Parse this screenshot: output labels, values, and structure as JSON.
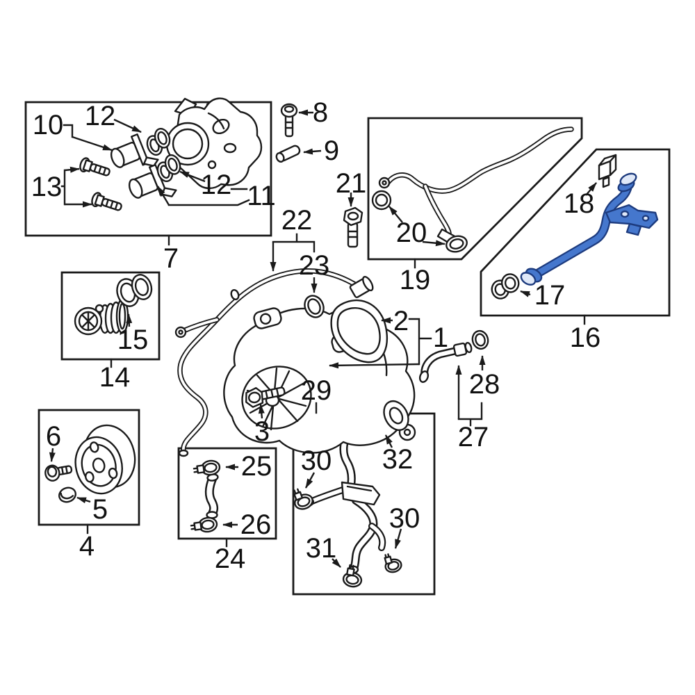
{
  "diagram": {
    "name": "Exploded parts diagram – engine cooling components",
    "background": "#ffffff",
    "line_color": "#1a1a1a",
    "highlight": {
      "fill": "#4577cd",
      "outline": "#1d3b7e",
      "light": "#dfe8f8"
    },
    "highlighted_callouts": [
      "16"
    ]
  },
  "callouts": [
    {
      "text": "10"
    },
    {
      "text": "12"
    },
    {
      "text": "13"
    },
    {
      "text": "12"
    },
    {
      "text": "11"
    },
    {
      "text": "7"
    },
    {
      "text": "8"
    },
    {
      "text": "9"
    },
    {
      "text": "22"
    },
    {
      "text": "23"
    },
    {
      "text": "21"
    },
    {
      "text": "20"
    },
    {
      "text": "19"
    },
    {
      "text": "18"
    },
    {
      "text": "17"
    },
    {
      "text": "16"
    },
    {
      "text": "15"
    },
    {
      "text": "14"
    },
    {
      "text": "2"
    },
    {
      "text": "1"
    },
    {
      "text": "3"
    },
    {
      "text": "29"
    },
    {
      "text": "6"
    },
    {
      "text": "5"
    },
    {
      "text": "4"
    },
    {
      "text": "25"
    },
    {
      "text": "26"
    },
    {
      "text": "24"
    },
    {
      "text": "30"
    },
    {
      "text": "32"
    },
    {
      "text": "30"
    },
    {
      "text": "31"
    },
    {
      "text": "27"
    },
    {
      "text": "28"
    }
  ]
}
